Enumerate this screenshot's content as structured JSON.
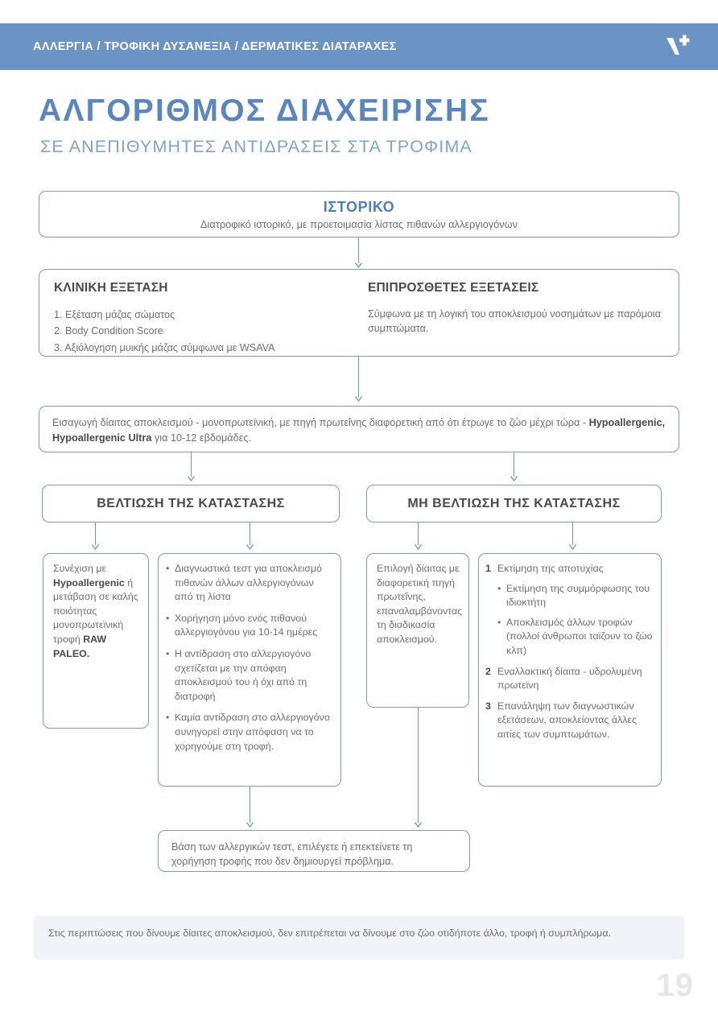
{
  "header": {
    "category": "ΑΛΛΕΡΓΙΑ / ΤΡΟΦΙΚΗ ΔΥΣΑΝΕΞΙΑ / ΔΕΡΜΑΤΙΚΕΣ ΔΙΑΤΑΡΑΧΕΣ",
    "logo": "v-plus-logo",
    "bar_color": "#6b93c4"
  },
  "title": {
    "main": "ΑΛΓΟΡΙΘΜΟΣ ΔΙΑΧΕΙΡΙΣΗΣ",
    "sub": "ΣΕ ΑΝΕΠΙΘΥΜΗΤΕΣ ΑΝΤΙΔΡΑΣΕΙΣ ΣΤΑ ΤΡΟΦΙΜΑ",
    "main_color": "#5b86bd",
    "sub_color": "#7fa3cc"
  },
  "flow": {
    "history": {
      "heading": "ΙΣΤΟΡΙΚΟ",
      "text": "Διατροφικό ιστορικό, με προετοιμασία λίστας πιθανών αλλεργιογόνων"
    },
    "clinical_exam": {
      "heading": "ΚΛΙΝΙΚΗ ΕΞΕΤΑΣΗ",
      "items": [
        "1. Εξέταση μάζας σώματος",
        "2. Body Condition Score",
        "3. Αξιόλογηση μυικής μάζας σύμφωνα με WSAVA"
      ]
    },
    "additional_exams": {
      "heading": "ΕΠΙΠΡΟΣΘΕΤΕΣ ΕΞΕΤΑΣΕΙΣ",
      "text": "Σύμφωνα με τη λογική του αποκλεισμού νοσημάτων με παρόμοια συμπτώματα."
    },
    "elimination_diet": {
      "part1": "Εισαγωγή δίαιτας αποκλεισμού - μονοπρωτεϊνική, με πηγή πρωτεΐνης διαφορετική από ότι έτρωγε το ζώο μέχρι τώρα - ",
      "bold": "Hypoallergenic, Hypoallergenic Ultra",
      "part2": " για 10-12 εβδομάδες."
    },
    "improvement": {
      "heading": "ΒΕΛΤΙΩΣΗ ΤΗΣ ΚΑΤΑΣΤΑΣΗΣ"
    },
    "no_improvement": {
      "heading": "ΜΗ ΒΕΛΤΙΩΣΗ ΤΗΣ ΚΑΤΑΣΤΑΣΗΣ"
    },
    "col1": {
      "p1": "Συνέχιση με ",
      "b1": "Hypoallergenic",
      "p2": " ή μετάβαση σε καλής ποιότητας μονοπρωτεϊνική τροφή ",
      "b2": "RAW PALEO."
    },
    "col2": {
      "bullets": [
        "Διαγνωστικά τεστ για αποκλεισμό πιθανών άλλων αλλεργιογόνων από τη λίστα",
        "Χορήγηση μόνο ενός πιθανού αλλεργιογόνου για 10-14 ημέρες",
        "Η αντίδραση στο αλλεργιογόνο σχετίζεται με την απόφαη αποκλεισμού του ή όχι από τη διατροφή",
        "Καμία αντίδραση στο αλλεργιογόνο συνηγορεί στην απόφαση να το χορηγούμε στη τροφή."
      ]
    },
    "col3": {
      "text": "Επιλογή δίαιτας με διαφορετική πηγή πρωτεΐνης, επαναλαμβάνοντας τη διαδικασία αποκλεισμού."
    },
    "col4": {
      "items": [
        {
          "text": "Εκτίμηση της αποτυχίας",
          "sub": [
            "Εκτίμηση της συμμόρφωσης του ιδιοκτήτη",
            "Αποκλεισμός άλλων τροφών (πολλοί άνθρωποι ταϊζουν το ζώο κλπ)"
          ]
        },
        {
          "text": "Εναλλακτική δίαιτα - υδρολυμένη πρωτεϊνη",
          "sub": []
        },
        {
          "text": "Επανάληψη των διαγνωστικών εξετάσεων, αποκλείοντας άλλες αιτίες των συμπτωμάτων.",
          "sub": []
        }
      ]
    },
    "final": {
      "text": "Βάση των αλλεργικών τεστ, επιλέγετε ή επεκτείνετε τη χορήγηση τροφής που δεν δημιουργεί πρόβλημα."
    }
  },
  "footer": {
    "note": "Στις περιπτώσεις που δίνουμε δίαιτες αποκλεισμού, δεν επιτρέπεται να δίνουμε στο ζώο οτιδήποτε άλλο, τροφή ή συμπλήρωμα.",
    "note_bg": "#f2f3f8",
    "page_number": "19"
  }
}
